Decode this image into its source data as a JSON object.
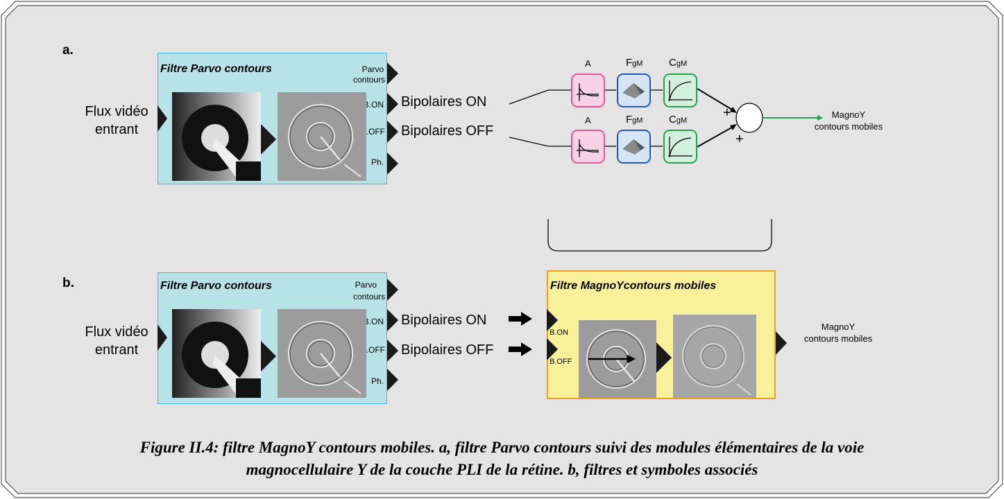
{
  "panel_a": {
    "label": "a.",
    "input_label": [
      "Flux vidéo",
      "entrant"
    ],
    "filter_title": "Filtre Parvo contours",
    "outputs": [
      "Parvo",
      "contours",
      "B.ON",
      "B.OFF",
      "Ph."
    ],
    "signal_on": "Bipolaires ON",
    "signal_off": "Bipolaires OFF",
    "module_labels": {
      "a": "A",
      "f_main": "F",
      "f_sub": "gM",
      "c_main": "C",
      "c_sub": "gM"
    },
    "plus_top": "+",
    "plus_bottom": "+",
    "output_label": [
      "MagnoY",
      "contours mobiles"
    ]
  },
  "panel_b": {
    "label": "b.",
    "input_label": [
      "Flux vidéo",
      "entrant"
    ],
    "filter_title": "Filtre Parvo contours",
    "outputs": [
      "Parvo",
      "contours",
      "B.ON",
      "B.OFF",
      "Ph."
    ],
    "signal_on": "Bipolaires ON",
    "signal_off": "Bipolaires OFF",
    "magno_title": "Filtre MagnoYcontours mobiles",
    "magno_inputs": [
      "B.ON",
      "B.OFF"
    ],
    "output_label": [
      "MagnoY",
      "contours mobiles"
    ]
  },
  "caption": {
    "line1": "Figure II.4: filtre MagnoY contours mobiles. a, filtre Parvo contours suivi des modules élémentaires de la voie",
    "line2": "magnocellulaire Y de la couche PLI de la rétine. b, filtres et symboles associés"
  },
  "colors": {
    "background": "#e4e4e4",
    "parvo_fill": "#b7e2e8",
    "parvo_border": "#3fb6e6",
    "magno_fill": "#f8f199",
    "magno_border": "#f0a020",
    "module_a": "#e0589a",
    "module_f": "#2257b8",
    "module_c": "#22a24a",
    "output_arrow": "#22a24a"
  }
}
